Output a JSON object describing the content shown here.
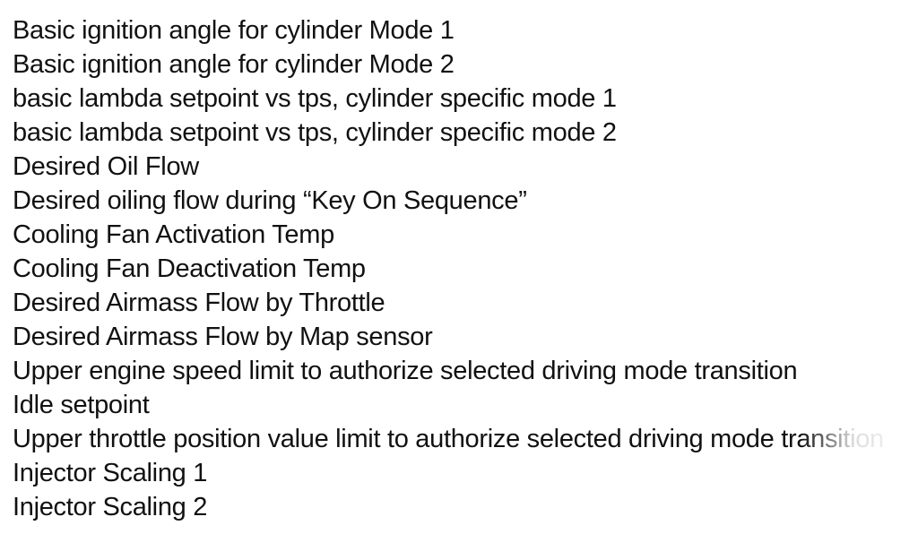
{
  "list": {
    "items": [
      {
        "label": "Basic ignition angle for cylinder Mode 1"
      },
      {
        "label": "Basic ignition angle for cylinder Mode 2"
      },
      {
        "label": "basic lambda setpoint vs tps, cylinder specific mode 1"
      },
      {
        "label": "basic lambda setpoint vs tps, cylinder specific mode 2"
      },
      {
        "label": "Desired Oil Flow"
      },
      {
        "label": "Desired oiling flow during “Key On Sequence”"
      },
      {
        "label": "Cooling Fan Activation Temp"
      },
      {
        "label": "Cooling Fan Deactivation Temp"
      },
      {
        "label": "Desired Airmass Flow by Throttle"
      },
      {
        "label": "Desired Airmass Flow by Map sensor"
      },
      {
        "label": "Upper engine speed limit to authorize selected driving mode transition"
      },
      {
        "label": "Idle setpoint"
      },
      {
        "label": "Upper throttle position value limit to authorize selected driving mode transition"
      },
      {
        "label": "Injector Scaling 1"
      },
      {
        "label": "Injector Scaling 2"
      }
    ]
  }
}
